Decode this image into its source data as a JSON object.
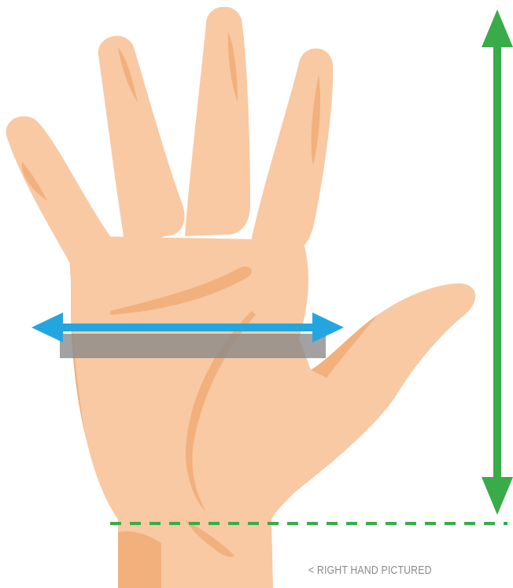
{
  "caption": "< RIGHT HAND PICTURED",
  "colors": {
    "skin": "#F8C9A2",
    "skin_shadow": "#F2B07D",
    "length_arrow": "#3AAB49",
    "width_arrow": "#23A6DF",
    "measure_band": "#888888",
    "baseline_dashed": "#3AAB49",
    "caption_text": "#8A8A8A"
  },
  "measurements": {
    "hand_length": {
      "indicator": "vertical-double-arrow"
    },
    "hand_width": {
      "indicator": "horizontal-double-arrow"
    }
  }
}
